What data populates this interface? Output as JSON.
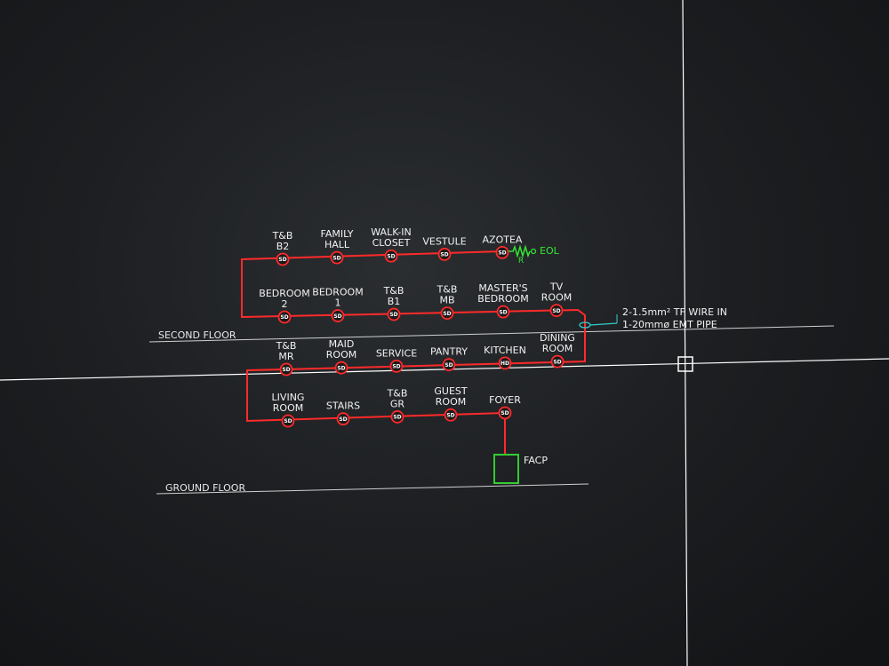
{
  "colors": {
    "background": "#1d1f22",
    "wire": "#ff2a2a",
    "eol": "#33e633",
    "panel": "#33cc33",
    "conduit": "#33cccc",
    "text": "#f2f2f2",
    "crosshair": "#ffffff"
  },
  "floors": {
    "second": "SECOND FLOOR",
    "ground": "GROUND FLOOR"
  },
  "rows": [
    {
      "id": "second-top",
      "devices": [
        {
          "label": [
            "T&B",
            "B2"
          ],
          "type": "SD"
        },
        {
          "label": [
            "FAMILY",
            "HALL"
          ],
          "type": "SD"
        },
        {
          "label": [
            "WALK-IN",
            "CLOSET"
          ],
          "type": "SD"
        },
        {
          "label": [
            "VESTULE"
          ],
          "type": "SD"
        },
        {
          "label": [
            "AZOTEA"
          ],
          "type": "SD"
        }
      ]
    },
    {
      "id": "second-bottom",
      "devices": [
        {
          "label": [
            "BEDROOM",
            "2"
          ],
          "type": "SD"
        },
        {
          "label": [
            "BEDROOM",
            "1"
          ],
          "type": "SD"
        },
        {
          "label": [
            "T&B",
            "B1"
          ],
          "type": "SD"
        },
        {
          "label": [
            "T&B",
            "MB"
          ],
          "type": "SD"
        },
        {
          "label": [
            "MASTER'S",
            "BEDROOM"
          ],
          "type": "SD"
        },
        {
          "label": [
            "TV",
            "ROOM"
          ],
          "type": "SD"
        }
      ]
    },
    {
      "id": "ground-top",
      "devices": [
        {
          "label": [
            "T&B",
            "MR"
          ],
          "type": "SD"
        },
        {
          "label": [
            "MAID",
            "ROOM"
          ],
          "type": "SD"
        },
        {
          "label": [
            "SERVICE"
          ],
          "type": "SD"
        },
        {
          "label": [
            "PANTRY"
          ],
          "type": "SD"
        },
        {
          "label": [
            "KITCHEN"
          ],
          "type": "HD"
        },
        {
          "label": [
            "DINING",
            "ROOM"
          ],
          "type": "SD"
        }
      ]
    },
    {
      "id": "ground-bottom",
      "devices": [
        {
          "label": [
            "LIVING",
            "ROOM"
          ],
          "type": "SD"
        },
        {
          "label": [
            "STAIRS"
          ],
          "type": "SD"
        },
        {
          "label": [
            "T&B",
            "GR"
          ],
          "type": "SD"
        },
        {
          "label": [
            "GUEST",
            "ROOM"
          ],
          "type": "SD"
        },
        {
          "label": [
            "FOYER"
          ],
          "type": "SD"
        }
      ]
    }
  ],
  "eol": {
    "label": "EOL",
    "resistor": "R"
  },
  "conduit_note": [
    "2-1.5mm² TF WIRE IN",
    "1-20mmø EMT PIPE"
  ],
  "panel": {
    "label": "FACP"
  }
}
